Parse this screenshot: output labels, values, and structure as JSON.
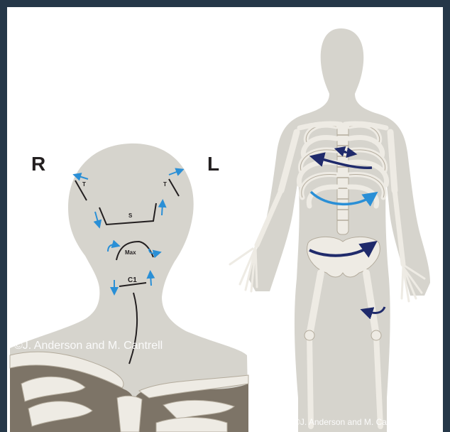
{
  "labels": {
    "right": "R",
    "left": "L",
    "temporal_right": "T",
    "temporal_left": "T",
    "sphenoid": "S",
    "maxilla": "Max",
    "c1": "C1"
  },
  "credits": {
    "head_panel": "©J. Anderson and M. Cantrell",
    "body_panel": "©J. Anderson and M. Cantrell"
  },
  "colors": {
    "frame": "#253748",
    "silhouette": "#d6d4cd",
    "bone": "#eeebe4",
    "bone_shadow": "#b3ab9c",
    "line": "#231f20",
    "arrow_light": "#2a8fd6",
    "arrow_dark": "#1f2a6b"
  }
}
